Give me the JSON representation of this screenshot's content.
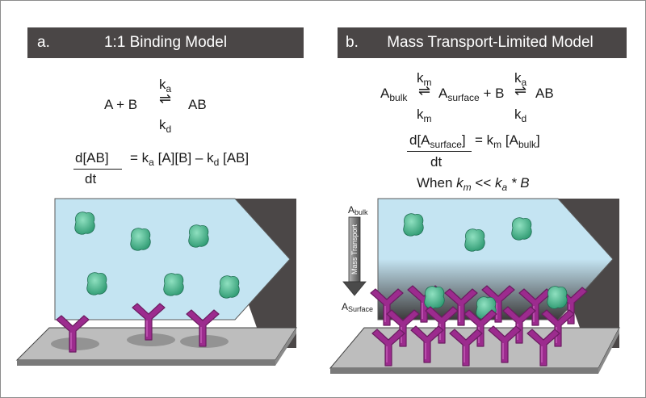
{
  "colors": {
    "header_bg": "#4a4646",
    "header_text": "#ffffff",
    "fluid": "#c4e4f2",
    "wall": "#4b4747",
    "surface": "#bdbdbd",
    "antibody": "#9c2b8e",
    "analyte": "#3fae86"
  },
  "panel_a": {
    "letter": "a.",
    "title": "1:1 Binding Model",
    "reaction": {
      "left": "A + B",
      "ka": "k",
      "ka_sub": "a",
      "kd": "k",
      "kd_sub": "d",
      "right": "AB"
    },
    "rate": {
      "numerator": "d[AB]",
      "denominator": "dt",
      "rhs_eq": "=",
      "k1": "k",
      "k1_sub": "a",
      "mid": "[A][B] –",
      "k2": "k",
      "k2_sub": "d",
      "end": "[AB]"
    }
  },
  "panel_b": {
    "letter": "b.",
    "title": "Mass Transport-Limited Model",
    "reaction": {
      "a": "A",
      "a_sub": "bulk",
      "km_top": "k",
      "km_top_sub": "m",
      "km_bottom": "k",
      "km_bottom_sub": "m",
      "a2": "A",
      "a2_sub": "surface",
      "plus_b": "+ B",
      "ka": "k",
      "ka_sub": "a",
      "kd": "k",
      "kd_sub": "d",
      "right": "AB"
    },
    "rate": {
      "numerator": "d[A",
      "numerator_sub": "surface",
      "numerator_end": "]",
      "denominator": "dt",
      "rhs_eq": "=",
      "k": "k",
      "k_sub": "m",
      "bracket": "[A",
      "bracket_sub": "bulk",
      "bracket_end": "]"
    },
    "condition": {
      "when": "When",
      "k1": "k",
      "k1_sub": "m",
      "op": "<<",
      "k2": "k",
      "k2_sub": "a",
      "tail": "* B"
    },
    "bulk_label": "A",
    "bulk_label_sub": "bulk",
    "surface_label": "A",
    "surface_label_sub": "Surface",
    "transport_label": "Mass Transport"
  }
}
